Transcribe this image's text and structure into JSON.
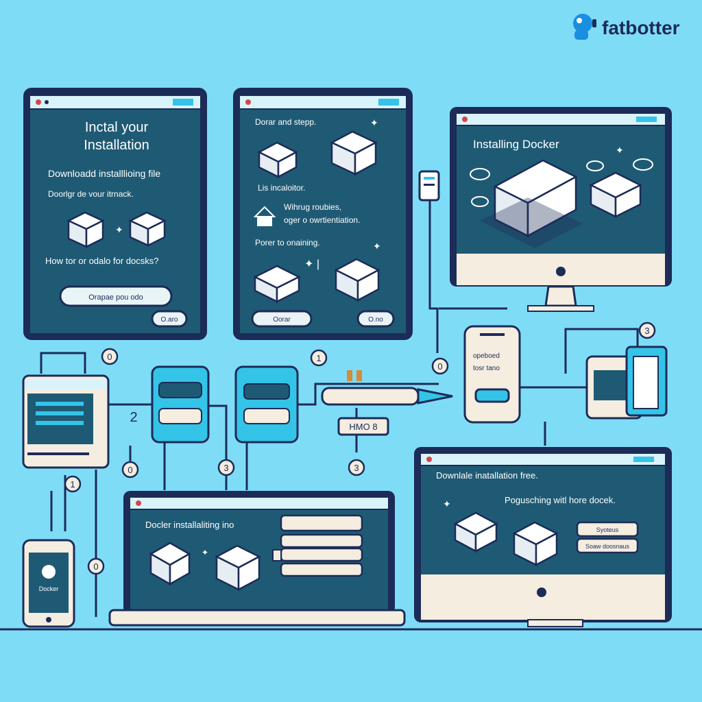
{
  "brand": {
    "name": "fatbotter"
  },
  "panel_left": {
    "title_1": "Inctal your",
    "title_2": "Installation",
    "line_1": "Downloadd installlioing file",
    "line_2": "Doorlgr de vour itrnack.",
    "question": "How tor or odalo for docsks?",
    "button_main": "Orapae pou odo",
    "button_small": "O.aro"
  },
  "panel_middle": {
    "line_1": "Dorar and stepp.",
    "line_2": "Lis incaloitor.",
    "line_3": "Wihrug roubies,",
    "line_4": "oger o owrtientiation.",
    "line_5": "Porer to onaining.",
    "button_left": "Oorar",
    "button_right": "O.no"
  },
  "monitor_right": {
    "title": "Installing Docker"
  },
  "phone_right": {
    "line_1": "opeboed",
    "line_2": "tosr tano"
  },
  "usb_label": "HMO 8",
  "step_numbers": [
    "0",
    "2",
    "0",
    "3",
    "1",
    "3",
    "0",
    "3",
    "1",
    "0"
  ],
  "laptop": {
    "title": "Docler installaliting ino"
  },
  "monitor_bottom": {
    "title": "Downlale inatallation free.",
    "line_1": "Pogusching witl hore docek.",
    "label_1": "Syoteus",
    "label_2": "Soaw doosnaus"
  },
  "small_phone": {
    "label": "Docker"
  },
  "colors": {
    "background": "#7fdcf7",
    "screen": "#1f5a74",
    "frame": "#1c2b57",
    "accent": "#34c4e8"
  }
}
